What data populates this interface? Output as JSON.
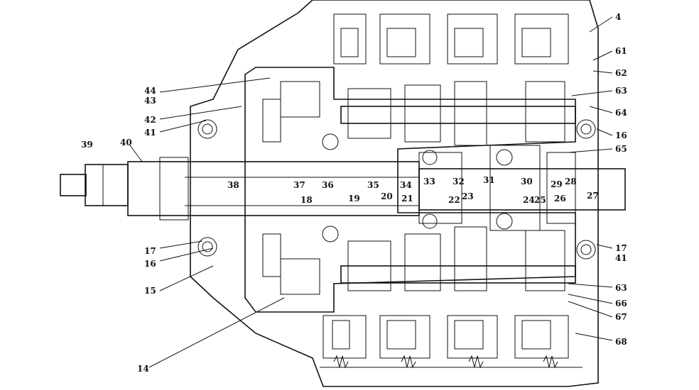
{
  "colors": {
    "ink": "#111111",
    "paper": "#ffffff",
    "hatch": "#222222"
  },
  "labels": {
    "l4": "4",
    "l61": "61",
    "l62": "62",
    "l63a": "63",
    "l64": "64",
    "l16a": "16",
    "l65": "65",
    "l44": "44",
    "l43": "43",
    "l42": "42",
    "l41a": "41",
    "l39": "39",
    "l40": "40",
    "l38": "38",
    "l37": "37",
    "l36": "36",
    "l35": "35",
    "l34": "34",
    "l33": "33",
    "l32": "32",
    "l31": "31",
    "l30": "30",
    "l29": "29",
    "l28": "28",
    "l27": "27",
    "l26": "26",
    "l25": "25",
    "l24": "24",
    "l23": "23",
    "l22": "22",
    "l21": "21",
    "l20": "20",
    "l19": "19",
    "l18": "18",
    "l17a": "17",
    "l16b": "16",
    "l15": "15",
    "l14": "14",
    "l17b": "17",
    "l41b": "41",
    "l63b": "63",
    "l66": "66",
    "l67": "67",
    "l68": "68"
  }
}
